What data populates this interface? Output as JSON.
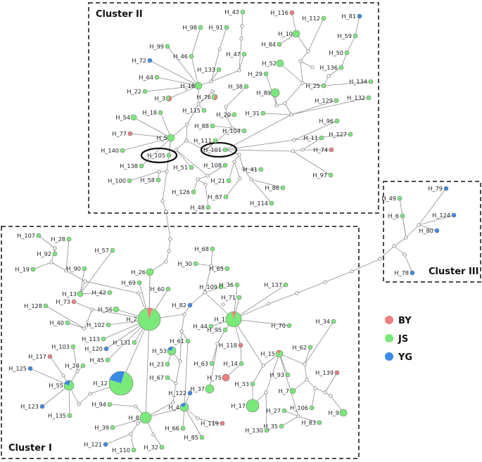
{
  "clusters": [
    {
      "label": "Cluster II"
    },
    {
      "label": "Cluster I"
    },
    {
      "label": "Cluster III"
    }
  ],
  "legend": [
    {
      "label": "BY",
      "color": "#f07f7f"
    },
    {
      "label": "JS",
      "color": "#79ea79"
    },
    {
      "label": "YG",
      "color": "#3a8ae8"
    }
  ],
  "colors": {
    "BY": "#f07f7f",
    "JS": "#79ea79",
    "YG": "#3a8ae8",
    "median": "#ffffff",
    "edge": "#8c8c8c"
  },
  "haplotypes": [
    "H_1",
    "H_2",
    "H_3",
    "H_4",
    "H_5",
    "H_6",
    "H_7",
    "H_8",
    "H_9",
    "H_10",
    "H_11",
    "H_12",
    "H_13",
    "H_14",
    "H_15",
    "H_16",
    "H_17",
    "H_18",
    "H_19",
    "H_20",
    "H_21",
    "H_22",
    "H_23",
    "H_24",
    "H_25",
    "H_26",
    "H_27",
    "H_28",
    "H_29",
    "H_30",
    "H_31",
    "H_32",
    "H_33",
    "H_34",
    "H_35",
    "H_36",
    "H_37",
    "H_38",
    "H_39",
    "H_40",
    "H_41",
    "H_42",
    "H_43",
    "H_44",
    "H_45",
    "H_46",
    "H_47",
    "H_48",
    "H_49",
    "H_50",
    "H_51",
    "H_52",
    "H_53",
    "H_54",
    "H_55",
    "H_56",
    "H_57",
    "H_58",
    "H_59",
    "H_60",
    "H_61",
    "H_62",
    "H_63",
    "H_64",
    "H_65",
    "H_66",
    "H_67",
    "H_68",
    "H_69",
    "H_70",
    "H_71",
    "H_72",
    "H_73",
    "H_74",
    "H_75",
    "H_76",
    "H_77",
    "H_78",
    "H_79",
    "H_80",
    "H_81",
    "H_82",
    "H_83",
    "H_84",
    "H_85",
    "H_86",
    "H_87",
    "H_88",
    "H_89",
    "H_90",
    "H_91",
    "H_92",
    "H_93",
    "H_94",
    "H_95",
    "H_96",
    "H_97",
    "H_98",
    "H_99",
    "H_100",
    "H_101",
    "H_102",
    "H_103",
    "H_104",
    "H_105",
    "H_106",
    "H_107",
    "H_108",
    "H_109",
    "H_110",
    "H_111",
    "H_112",
    "H_113",
    "H_114",
    "H_115",
    "H_116",
    "H_117",
    "H_118",
    "H_119",
    "H_120",
    "H_121",
    "H_122",
    "H_123",
    "H_124",
    "H_125",
    "H_126",
    "H_127",
    "H_128",
    "H_129",
    "H_130",
    "H_131",
    "H_132",
    "H_133",
    "H_134",
    "H_135",
    "H_136",
    "H_137",
    "H_138",
    "H_139",
    "H_140"
  ]
}
